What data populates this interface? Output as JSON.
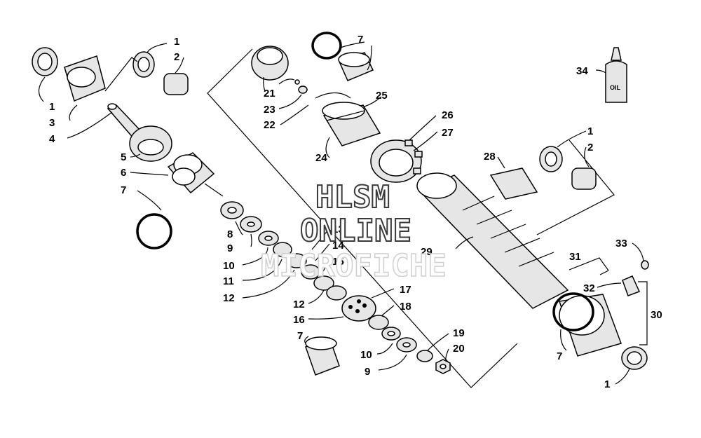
{
  "watermark": {
    "line1": "HLSM",
    "line2": "ONLINE",
    "line3": "MICROFICHE"
  },
  "oil_bottle_label": "OIL",
  "callouts": {
    "c1a": "1",
    "c2a": "2",
    "c1b": "1",
    "c3": "3",
    "c4": "4",
    "c5": "5",
    "c6": "6",
    "c7a": "7",
    "c8": "8",
    "c9a": "9",
    "c10a": "10",
    "c11": "11",
    "c12a": "12",
    "c13": "13",
    "c14": "14",
    "c15": "15",
    "c12b": "12",
    "c16": "16",
    "c17": "17",
    "c18": "18",
    "c7b": "7",
    "c10b": "10",
    "c9b": "9",
    "c19": "19",
    "c20": "20",
    "c7c": "7",
    "c21": "21",
    "c23": "23",
    "c22": "22",
    "c25": "25",
    "c24": "24",
    "c26": "26",
    "c27": "27",
    "c28": "28",
    "c29": "29",
    "c1c": "1",
    "c2b": "2",
    "c31": "31",
    "c33": "33",
    "c32": "32",
    "c30": "30",
    "c7d": "7",
    "c1d": "1",
    "c34": "34"
  }
}
